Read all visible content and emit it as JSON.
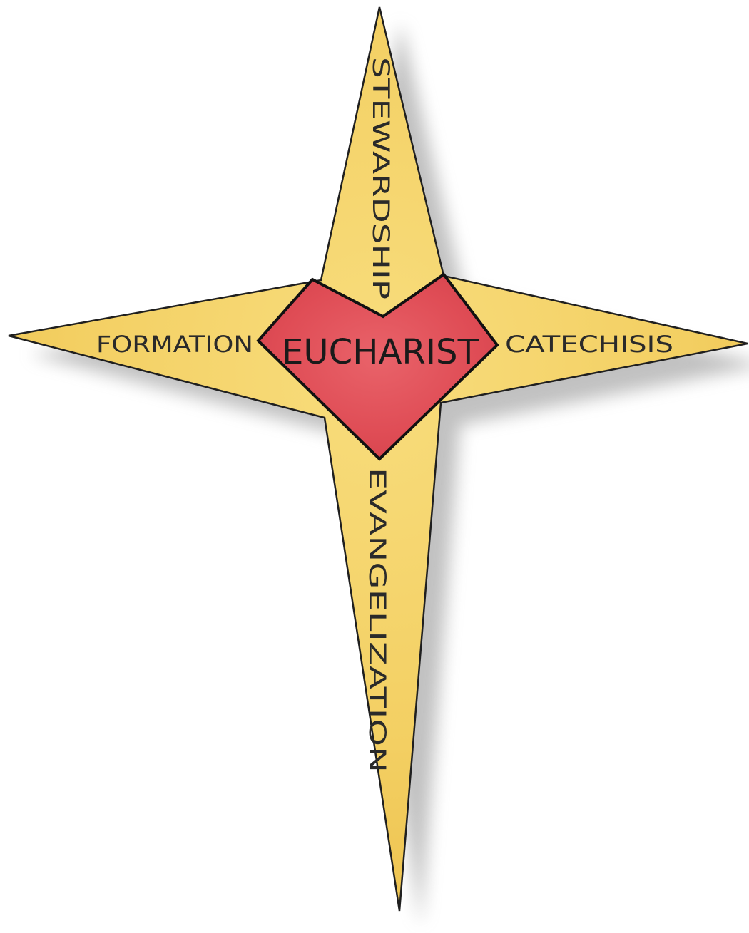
{
  "diagram": {
    "center": {
      "label": "EUCHARIST"
    },
    "arms": {
      "top": {
        "label": "STEWARDSHIP"
      },
      "left": {
        "label": "FORMATION"
      },
      "right": {
        "label": "CATECHISIS"
      },
      "bottom": {
        "label": "EVANGELIZATION"
      }
    }
  },
  "colors": {
    "star_fill": "#f3cf62",
    "star_edge": "#1f1f1f",
    "heart_fill": "#e2535a",
    "heart_edge": "#111111",
    "shadow": "#9a9a9a"
  }
}
